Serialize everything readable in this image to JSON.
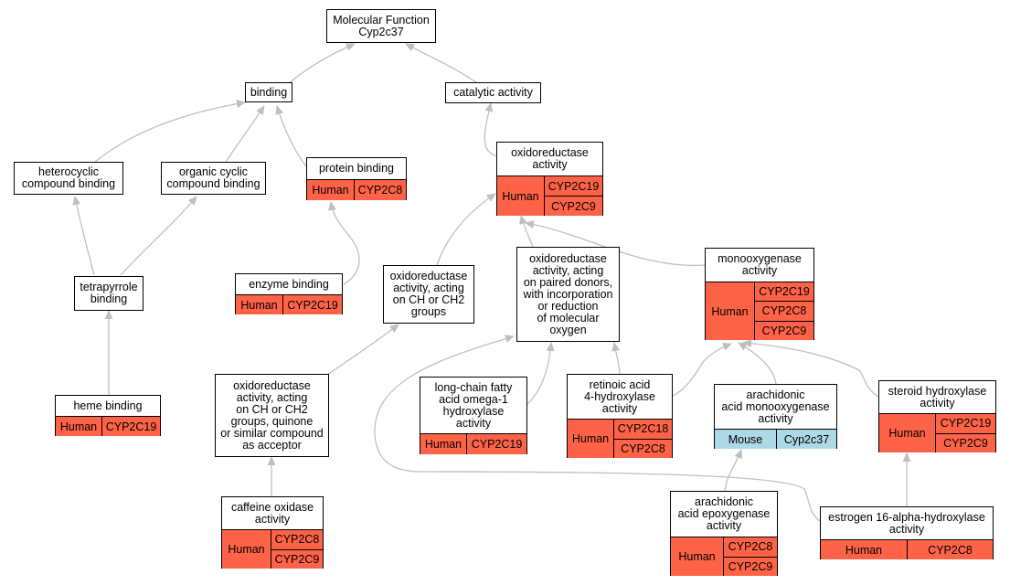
{
  "nodes": [
    {
      "id": "mf",
      "lines": [
        "Molecular Function",
        "Cyp2c37"
      ],
      "annotations": []
    },
    {
      "id": "binding",
      "lines": [
        "binding"
      ],
      "annotations": []
    },
    {
      "id": "catalytic",
      "lines": [
        "catalytic activity"
      ],
      "annotations": []
    },
    {
      "id": "hetero",
      "lines": [
        "heterocyclic",
        "compound binding"
      ],
      "annotations": []
    },
    {
      "id": "organic",
      "lines": [
        "organic cyclic",
        "compound binding"
      ],
      "annotations": []
    },
    {
      "id": "protein",
      "lines": [
        "protein binding"
      ],
      "annotations": [
        {
          "species": "Human",
          "genes": [
            "CYP2C8"
          ]
        }
      ]
    },
    {
      "id": "oxido",
      "lines": [
        "oxidoreductase",
        "activity"
      ],
      "annotations": [
        {
          "species": "Human",
          "genes": [
            "CYP2C19",
            "CYP2C9"
          ]
        }
      ]
    },
    {
      "id": "tetra",
      "lines": [
        "tetrapyrrole",
        "binding"
      ],
      "annotations": []
    },
    {
      "id": "enzyme",
      "lines": [
        "enzyme binding"
      ],
      "annotations": [
        {
          "species": "Human",
          "genes": [
            "CYP2C19"
          ]
        }
      ]
    },
    {
      "id": "ch",
      "lines": [
        "oxidoreductase",
        "activity, acting",
        "on CH or CH2",
        "groups"
      ],
      "annotations": []
    },
    {
      "id": "paired",
      "lines": [
        "oxidoreductase",
        "activity, acting",
        "on paired donors,",
        "with incorporation",
        "or reduction",
        "of molecular",
        "oxygen"
      ],
      "annotations": []
    },
    {
      "id": "mono",
      "lines": [
        "monooxygenase",
        "activity"
      ],
      "annotations": [
        {
          "species": "Human",
          "genes": [
            "CYP2C19",
            "CYP2C8",
            "CYP2C9"
          ]
        }
      ]
    },
    {
      "id": "heme",
      "lines": [
        "heme binding"
      ],
      "annotations": [
        {
          "species": "Human",
          "genes": [
            "CYP2C19"
          ]
        }
      ]
    },
    {
      "id": "quinone",
      "lines": [
        "oxidoreductase",
        "activity, acting",
        "on CH or CH2",
        "groups, quinone",
        "or similar compound",
        "as acceptor"
      ],
      "annotations": []
    },
    {
      "id": "longchain",
      "lines": [
        "long-chain fatty",
        "acid omega-1",
        "hydroxylase",
        "activity"
      ],
      "annotations": [
        {
          "species": "Human",
          "genes": [
            "CYP2C19"
          ]
        }
      ]
    },
    {
      "id": "retinoic",
      "lines": [
        "retinoic acid",
        "4-hydroxylase",
        "activity"
      ],
      "annotations": [
        {
          "species": "Human",
          "genes": [
            "CYP2C18",
            "CYP2C8"
          ]
        }
      ]
    },
    {
      "id": "arachmono",
      "lines": [
        "arachidonic",
        "acid monooxygenase",
        "activity"
      ],
      "annotations": [
        {
          "species": "Mouse",
          "genes": [
            "Cyp2c37"
          ]
        }
      ]
    },
    {
      "id": "steroid",
      "lines": [
        "steroid hydroxylase",
        "activity"
      ],
      "annotations": [
        {
          "species": "Human",
          "genes": [
            "CYP2C19",
            "CYP2C9"
          ]
        }
      ]
    },
    {
      "id": "caffeine",
      "lines": [
        "caffeine oxidase",
        "activity"
      ],
      "annotations": [
        {
          "species": "Human",
          "genes": [
            "CYP2C8",
            "CYP2C9"
          ]
        }
      ]
    },
    {
      "id": "epox",
      "lines": [
        "arachidonic",
        "acid epoxygenase",
        "activity"
      ],
      "annotations": [
        {
          "species": "Human",
          "genes": [
            "CYP2C8",
            "CYP2C9"
          ]
        }
      ]
    },
    {
      "id": "estrogen",
      "lines": [
        "estrogen 16-alpha-hydroxylase",
        "activity"
      ],
      "annotations": [
        {
          "species": "Human",
          "genes": [
            "CYP2C8"
          ]
        }
      ]
    }
  ],
  "edges": [
    {
      "from": "binding",
      "to": "mf"
    },
    {
      "from": "catalytic",
      "to": "mf"
    },
    {
      "from": "hetero",
      "to": "binding"
    },
    {
      "from": "organic",
      "to": "binding"
    },
    {
      "from": "protein",
      "to": "binding"
    },
    {
      "from": "oxido",
      "to": "catalytic"
    },
    {
      "from": "tetra",
      "to": "hetero"
    },
    {
      "from": "tetra",
      "to": "organic"
    },
    {
      "from": "enzyme",
      "to": "protein"
    },
    {
      "from": "ch",
      "to": "oxido"
    },
    {
      "from": "paired",
      "to": "oxido"
    },
    {
      "from": "mono",
      "to": "oxido"
    },
    {
      "from": "heme",
      "to": "tetra"
    },
    {
      "from": "quinone",
      "to": "ch"
    },
    {
      "from": "longchain",
      "to": "paired"
    },
    {
      "from": "retinoic",
      "to": "paired"
    },
    {
      "from": "retinoic",
      "to": "mono"
    },
    {
      "from": "arachmono",
      "to": "mono"
    },
    {
      "from": "steroid",
      "to": "mono"
    },
    {
      "from": "caffeine",
      "to": "quinone"
    },
    {
      "from": "epox",
      "to": "arachmono"
    },
    {
      "from": "estrogen",
      "to": "paired"
    },
    {
      "from": "estrogen",
      "to": "steroid"
    }
  ],
  "colors": {
    "human": "#ff6347",
    "mouse": "#add8e6",
    "edge": "#bfbfbf"
  }
}
